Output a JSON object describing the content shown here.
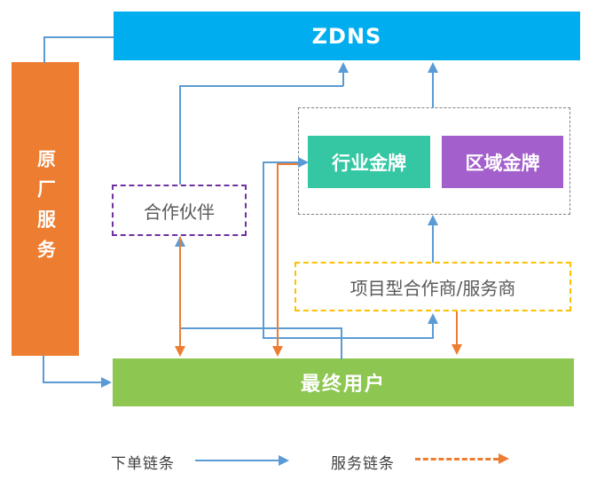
{
  "diagram": {
    "title": "ZDNS channel / partner structure diagram",
    "nodes": {
      "zdns": {
        "label": "ZDNS"
      },
      "factory_service": {
        "label": "原厂服务"
      },
      "partner": {
        "label": "合作伙伴"
      },
      "industry_gold": {
        "label": "行业金牌"
      },
      "region_gold": {
        "label": "区域金牌"
      },
      "project_partner": {
        "label": "项目型合作商/服务商"
      },
      "end_user": {
        "label": "最终用户"
      }
    },
    "edges": [
      {
        "from": "zdns",
        "to": "factory_service",
        "type": "connector"
      },
      {
        "from": "partner",
        "to": "zdns",
        "type": "order"
      },
      {
        "from": "gold_group",
        "to": "zdns",
        "type": "order"
      },
      {
        "from": "end_user",
        "to": "partner",
        "type": "order"
      },
      {
        "from": "end_user",
        "to": "industry_gold",
        "type": "order"
      },
      {
        "from": "end_user",
        "to": "project_partner",
        "type": "order"
      },
      {
        "from": "project_partner",
        "to": "gold_group",
        "type": "order"
      },
      {
        "from": "factory_service",
        "to": "end_user",
        "type": "order"
      },
      {
        "from": "partner",
        "to": "end_user",
        "type": "service"
      },
      {
        "from": "industry_gold",
        "to": "end_user",
        "type": "service"
      },
      {
        "from": "project_partner",
        "to": "end_user",
        "type": "service"
      }
    ],
    "legend": {
      "order_chain": {
        "label": "下单链条",
        "line_style": "solid",
        "color": "#5B9BD5"
      },
      "service_chain": {
        "label": "服务链条",
        "line_style": "dashed",
        "color": "#ED7D31"
      }
    }
  },
  "colors": {
    "zdns_blue": "#00AEEF",
    "orange": "#ED7D31",
    "green": "#8DC650",
    "teal": "#35C7A3",
    "purple": "#A35FCB",
    "line_blue": "#5B9BD5",
    "line_orange": "#ED7D31",
    "partner_border": "#7030A0",
    "yellow_border": "#FFC000",
    "gray_border": "#7F7F7F",
    "text_dark": "#595959"
  }
}
